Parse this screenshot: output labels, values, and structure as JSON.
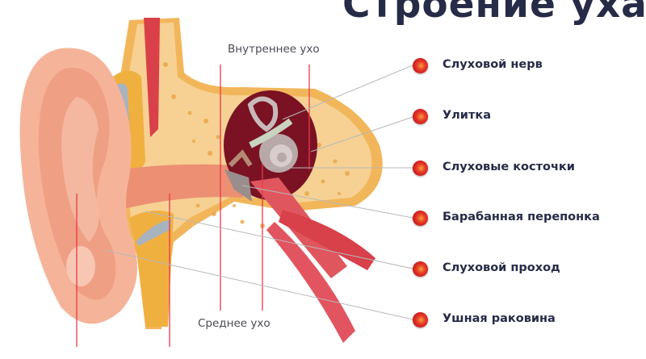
{
  "title": "Строение уха",
  "sections": {
    "inner_ear": "Внутреннее ухо",
    "middle_ear": "Среднее ухо"
  },
  "labels": [
    "Слуховой нерв",
    "Улитка",
    "Слуховые косточки",
    "Барабанная перепонка",
    "Слуховой проход",
    "Ушная раковина"
  ],
  "colors": {
    "title": "#262b47",
    "marker": "#d8242a",
    "divider_lines": "#e8394a"
  }
}
